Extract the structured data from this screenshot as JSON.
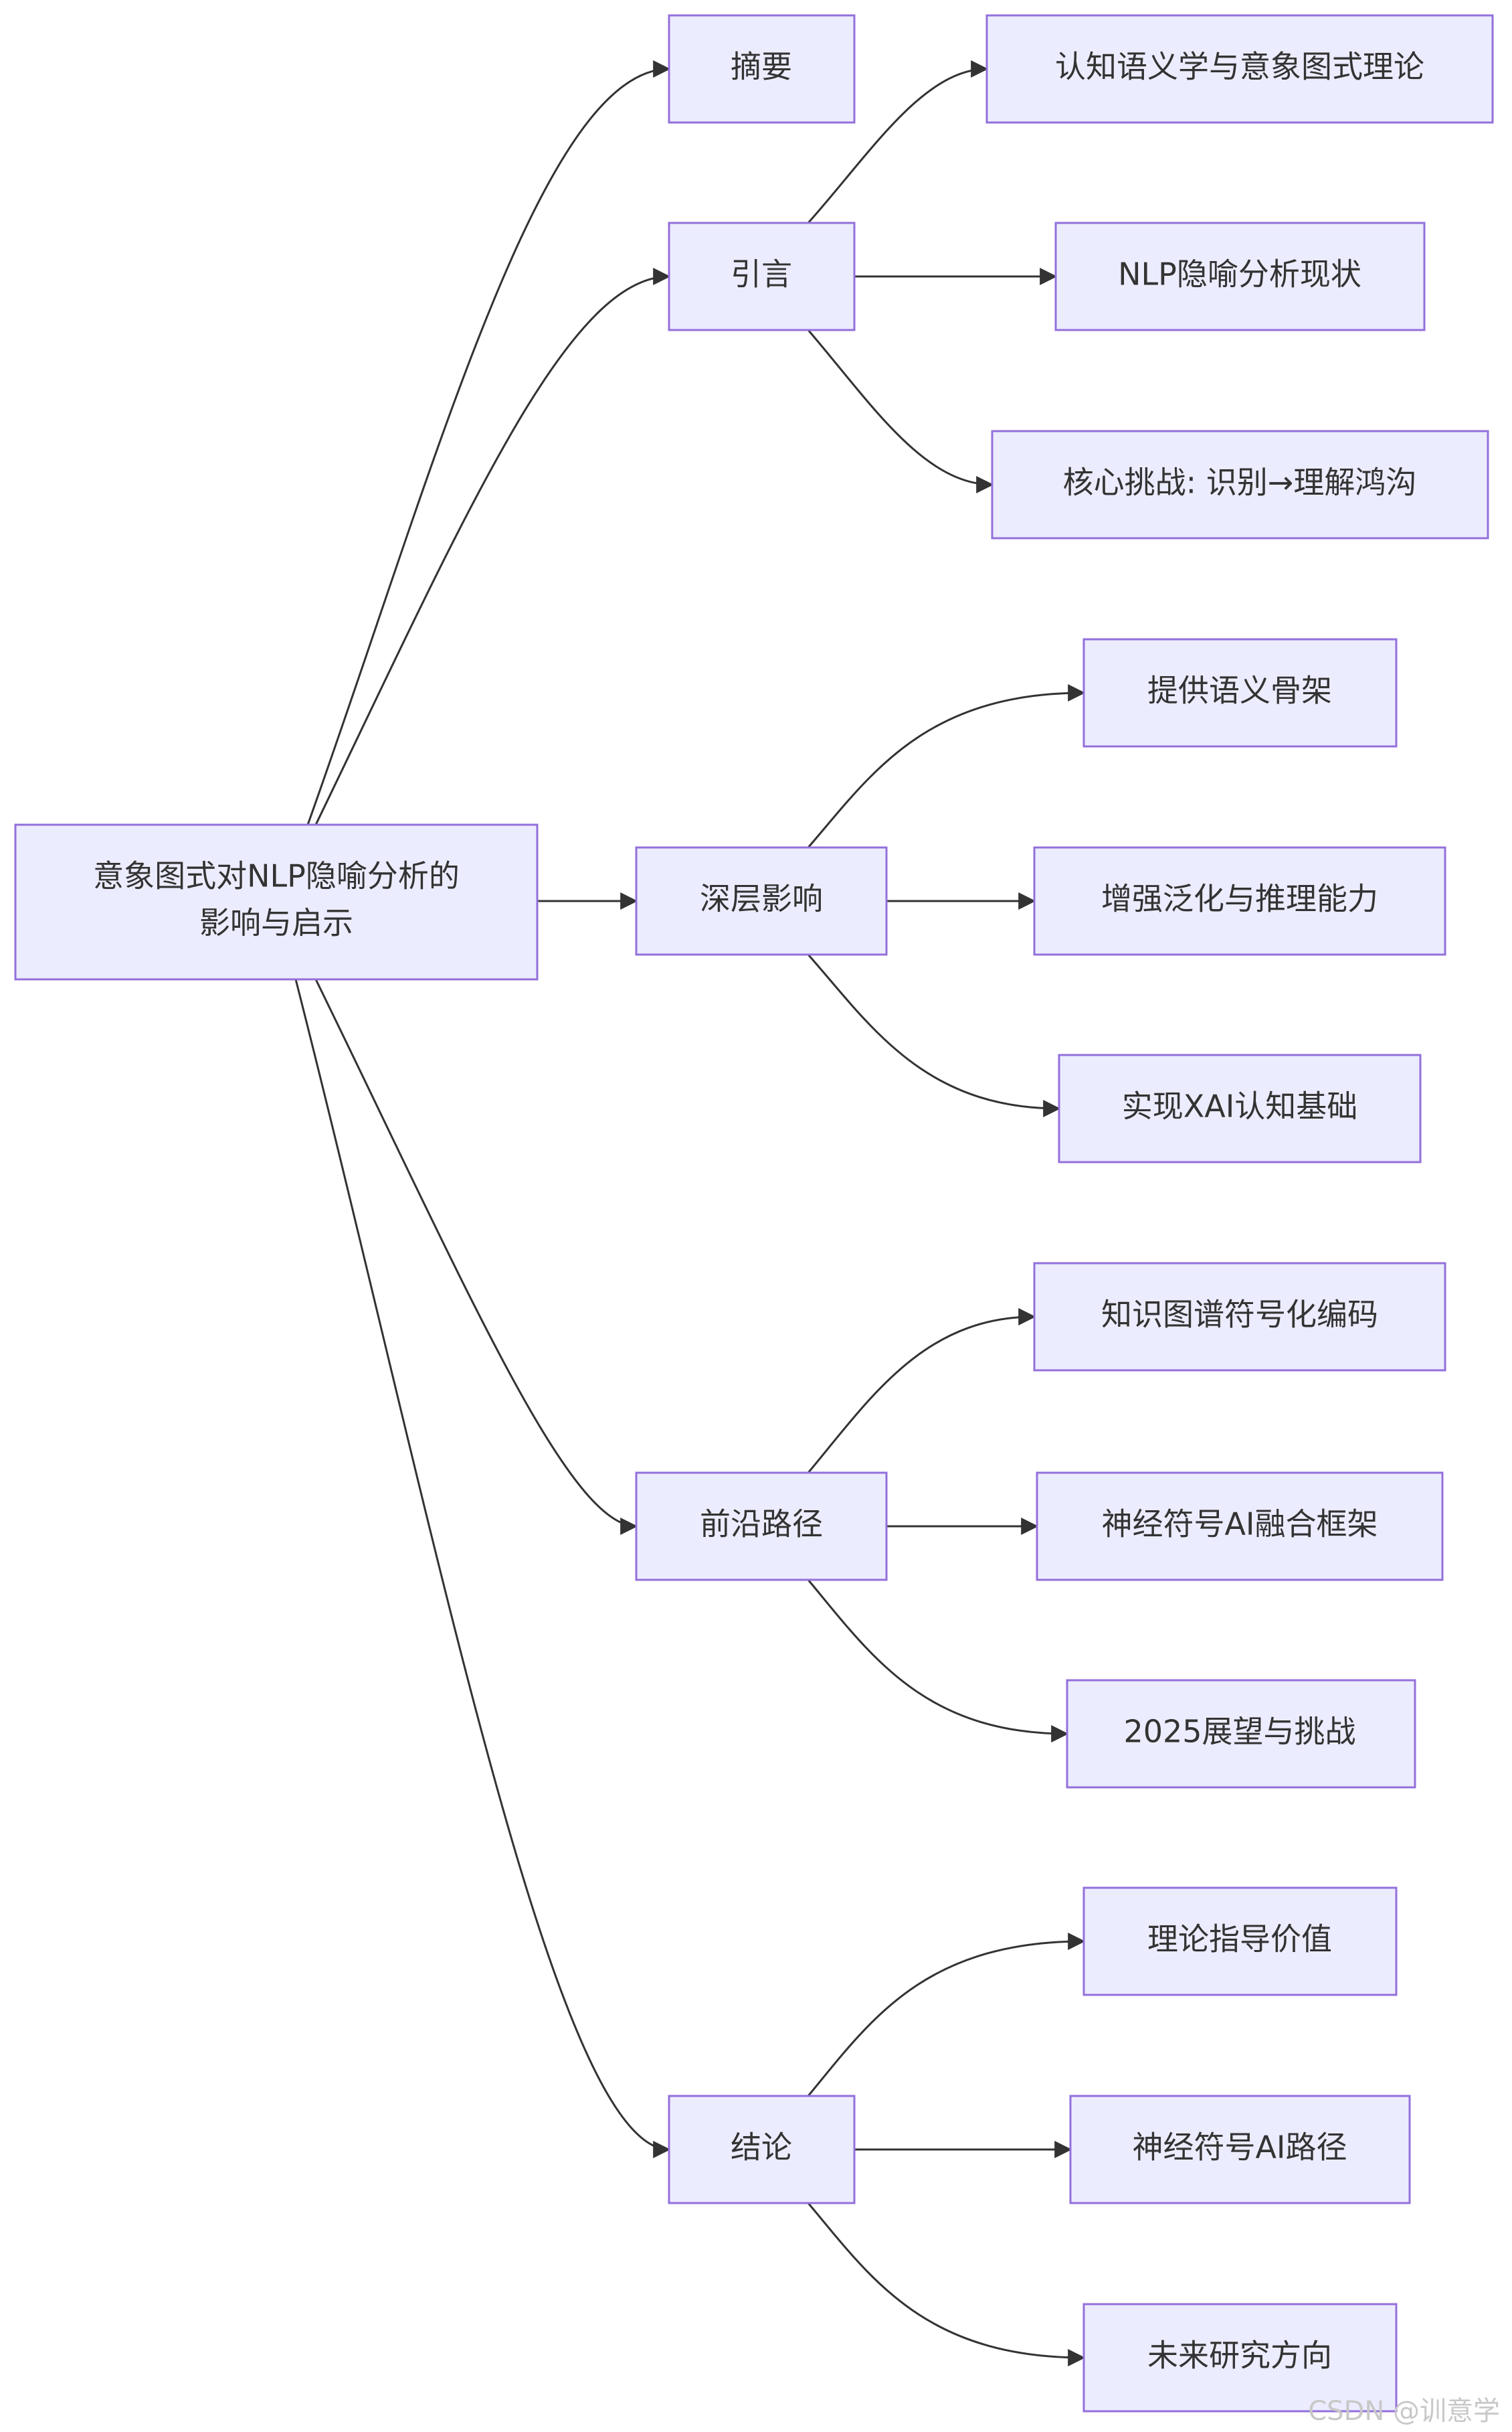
{
  "diagram": {
    "root": {
      "line1": "意象图式对NLP隐喻分析的",
      "line2": "影响与启示"
    },
    "sections": [
      {
        "label": "摘要",
        "children": []
      },
      {
        "label": "引言",
        "children": [
          "认知语义学与意象图式理论",
          "NLP隐喻分析现状",
          "核心挑战: 识别→理解鸿沟"
        ]
      },
      {
        "label": "深层影响",
        "children": [
          "提供语义骨架",
          "增强泛化与推理能力",
          "实现XAI认知基础"
        ]
      },
      {
        "label": "前沿路径",
        "children": [
          "知识图谱符号化编码",
          "神经符号AI融合框架",
          "2025展望与挑战"
        ]
      },
      {
        "label": "结论",
        "children": [
          "理论指导价值",
          "神经符号AI路径",
          "未来研究方向"
        ]
      }
    ]
  },
  "watermark": "CSDN @训意学",
  "colors": {
    "node_fill": "#ECECFF",
    "node_stroke": "#9370DB",
    "edge": "#333333",
    "text": "#333333"
  }
}
